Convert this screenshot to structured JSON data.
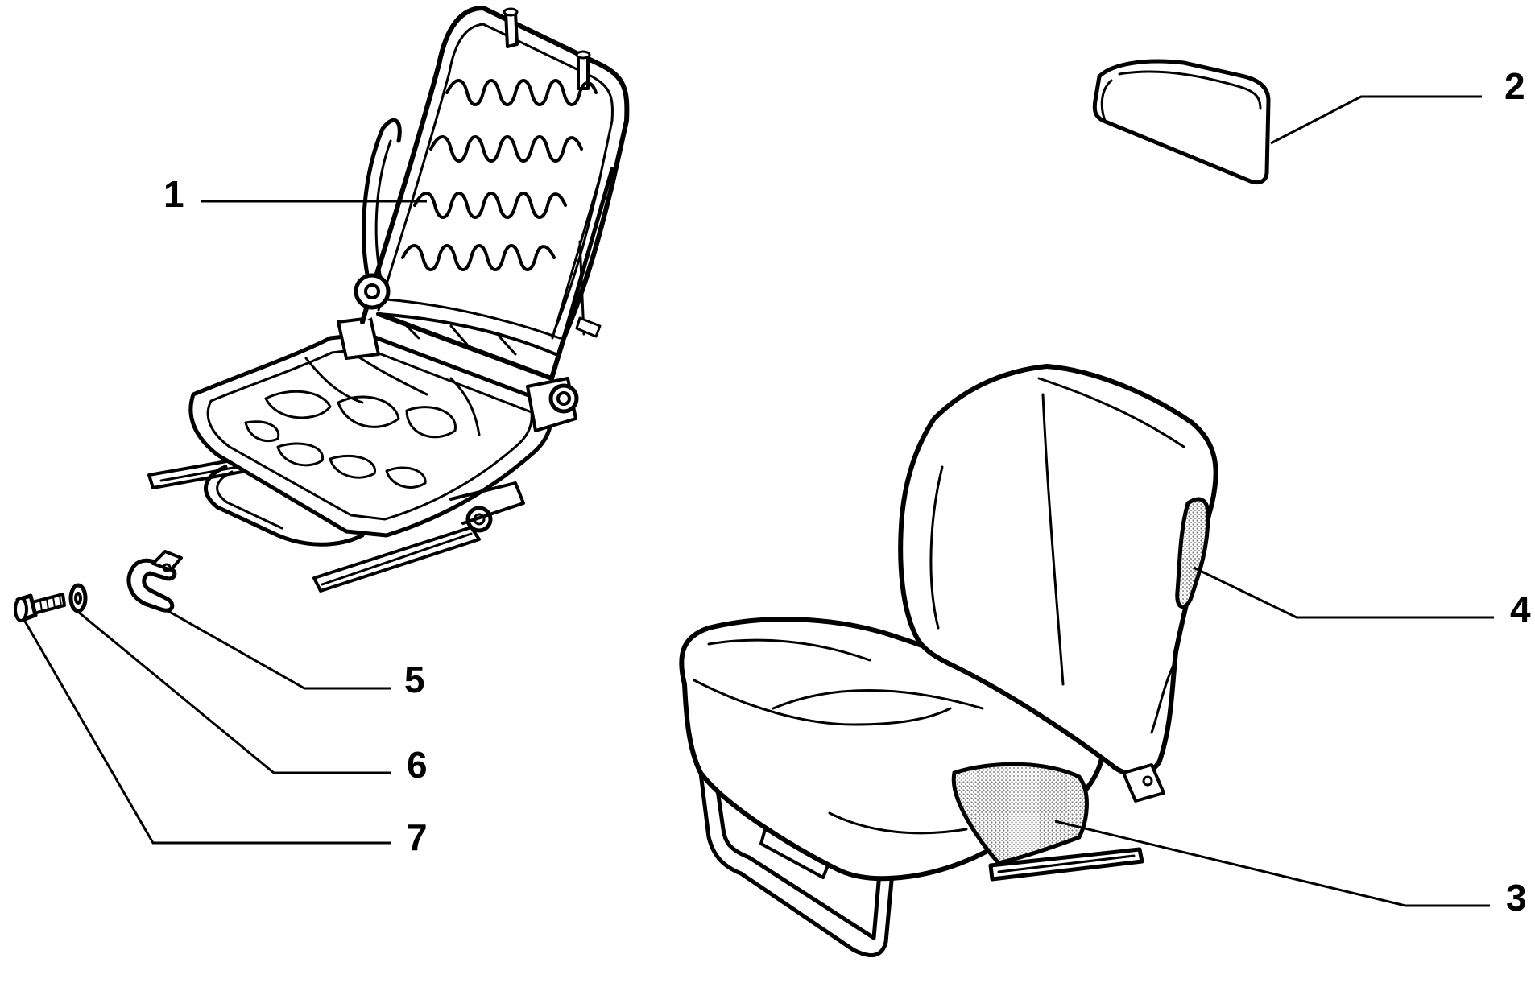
{
  "callouts": [
    {
      "id": "1",
      "label": "1"
    },
    {
      "id": "2",
      "label": "2"
    },
    {
      "id": "3",
      "label": "3"
    },
    {
      "id": "4",
      "label": "4"
    },
    {
      "id": "5",
      "label": "5"
    },
    {
      "id": "6",
      "label": "6"
    },
    {
      "id": "7",
      "label": "7"
    }
  ],
  "colors": {
    "ink": "#000000",
    "background": "#ffffff",
    "shaded_patch": "#d6d6d6"
  }
}
